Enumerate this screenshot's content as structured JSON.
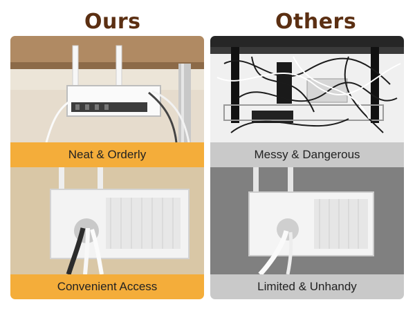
{
  "headings": {
    "left": "Ours",
    "right": "Others"
  },
  "captions": {
    "ours_top": "Neat & Orderly",
    "ours_bottom": "Convenient Access",
    "others_top": "Messy & Dangerous",
    "others_bottom": "Limited & Unhandy"
  },
  "colors": {
    "heading": "#5b2f12",
    "ours_panel": "#f4ad3a",
    "others_panel": "#c9c9c9",
    "others_bottom_photo": "#808080",
    "ours_photo_bg": "#d9c7a6"
  }
}
